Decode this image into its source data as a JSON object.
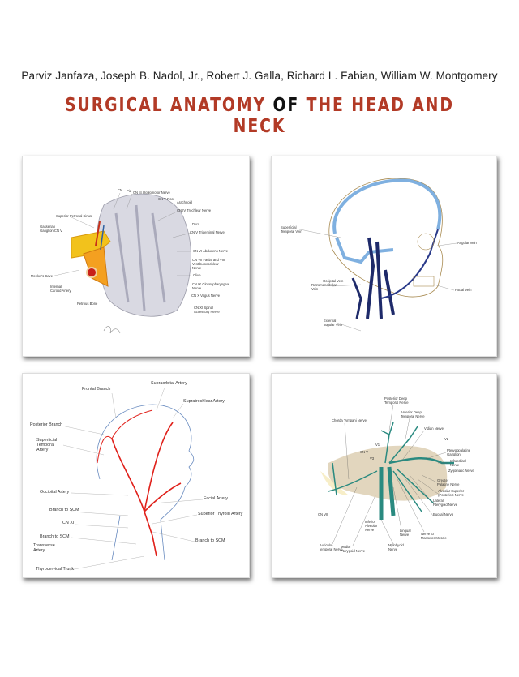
{
  "cover": {
    "authors": "Parviz Janfaza, Joseph B. Nadol, Jr., Robert J. Galla, Richard L. Fabian, William W. Montgomery",
    "title_part1": "SURGICAL ANATOMY ",
    "title_of": "OF",
    "title_part2": " THE HEAD AND NECK",
    "title_color": "#b23a26"
  },
  "panels": {
    "cranial_nerves": {
      "labels": [
        "CN",
        "Pia",
        "CN III Oculomotor Nerve",
        "CN V Root",
        "Arachnoid",
        "CN IV Trochlear Nerve",
        "Dura",
        "CN V Trigeminal Nerve",
        "CN VI Abducens Nerve",
        "CN VII Facial and VIII\nVestibulocochlear\nNerve",
        "Olive",
        "CN IX Glossopharyngeal\nNerve",
        "CN X Vagus Nerve",
        "CN XI Spinal\nAccessory Nerve",
        "Superior Petrosal Sinus",
        "Gasserian\nGanglion CN V",
        "Meckel's Cave",
        "Internal\nCarotid Artery",
        "Petrous Bone"
      ]
    },
    "head_veins": {
      "labels": [
        "Superficial\nTemporal Vein",
        "Angular Vein",
        "Occipital Vein",
        "Facial Vein",
        "Retromandibular\nVein",
        "External\nJugular Vein"
      ]
    },
    "head_arteries": {
      "labels": [
        "Frontal Branch",
        "Supraorbital Artery",
        "Supratrochlear Artery",
        "Posterior Branch",
        "Superficial\nTemporal\nArtery",
        "Occipital Artery",
        "Facial Artery",
        "Branch to SCM",
        "Superior Thyroid Artery",
        "CN XI",
        "Branch to SCM",
        "Branch to SCM",
        "Transverse\nArtery",
        "Thyrocervical Trunk"
      ]
    },
    "trigeminal_branches": {
      "labels": [
        "Posterior Deep\nTemporal Nerve",
        "Anterior Deep\nTemporal Nerve",
        "Chorda Tympani Nerve",
        "Vidian Nerve",
        "V2",
        "V1",
        "CN V",
        "V3",
        "Pterygopalatine\nGanglion",
        "Infraorbital\nNerve",
        "Zygomatic Nerve",
        "Greater\nPalatine Nerve",
        "Alveolar Superior\n(Posterior) Nerve",
        "Lateral\nPterygoid Nerve",
        "Buccal Nerve",
        "CN VII",
        "Inferior\nAlveolar\nNerve",
        "Lingual\nNerve",
        "Nerve to\nMasseter Muscle",
        "Auriculo-\ntemporal Nerve",
        "Medial\nPterygoid Nerve",
        "Mylohyoid\nNerve"
      ]
    }
  }
}
